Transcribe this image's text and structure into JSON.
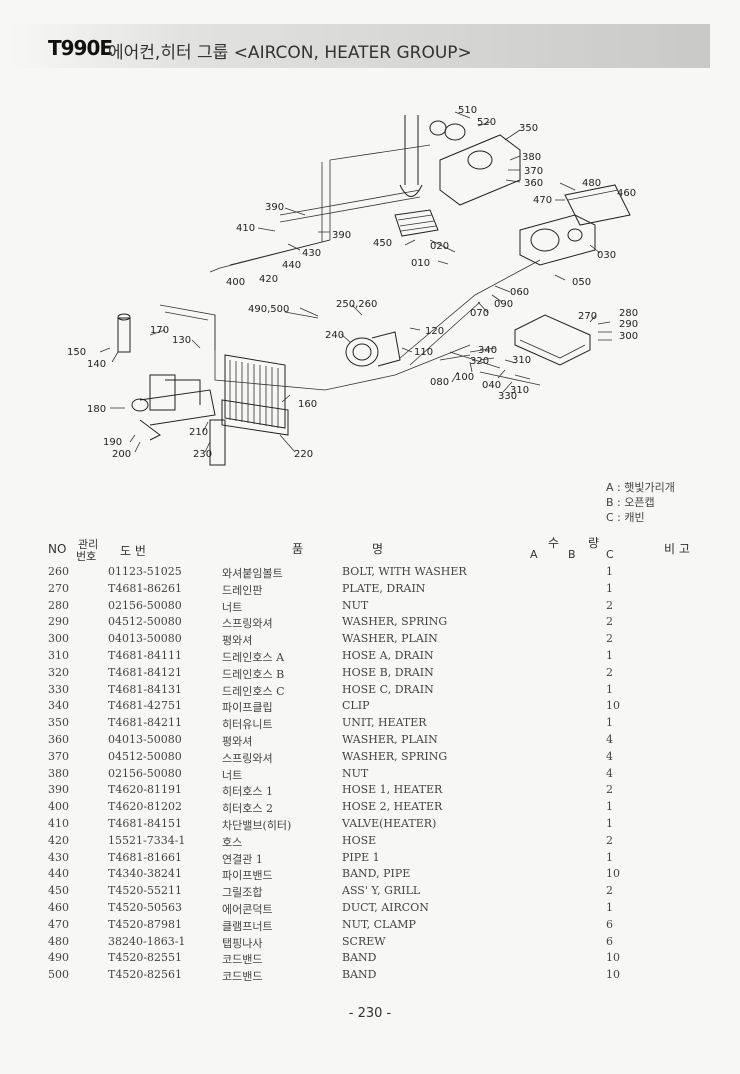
{
  "header": {
    "model": "T990E",
    "title": "에어컨,히터 그룹 <AIRCON, HEATER GROUP>"
  },
  "diagram": {
    "labels": [
      "510",
      "520",
      "350",
      "380",
      "370",
      "360",
      "480",
      "460",
      "470",
      "390",
      "410",
      "390",
      "430",
      "440",
      "450",
      "020",
      "010",
      "030",
      "420",
      "400",
      "060",
      "050",
      "490,500",
      "250,260",
      "070",
      "090",
      "270",
      "280",
      "290",
      "300",
      "170",
      "130",
      "240",
      "120",
      "150",
      "140",
      "110",
      "340",
      "320",
      "310",
      "080",
      "100",
      "040",
      "310",
      "330",
      "180",
      "160",
      "210",
      "190",
      "200",
      "230",
      "220"
    ]
  },
  "legend": {
    "a": "A : 햇빛가리개",
    "b": "B : 오픈캡",
    "c": "C : 캐빈"
  },
  "table": {
    "col_no": "NO",
    "col_mgmt_top": "관리",
    "col_mgmt_bottom": "번호",
    "col_drawing": "도      번",
    "col_item_a": "품",
    "col_item_b": "명",
    "col_qty_a": "수",
    "col_qty_b": "량",
    "qty_a": "A",
    "qty_b": "B",
    "qty_c": "C",
    "col_note": "비 고",
    "rows": [
      {
        "no": "260",
        "part": "01123-51025",
        "kor": "와셔붙임볼트",
        "name": "BOLT, WITH WASHER",
        "qty": "1"
      },
      {
        "no": "270",
        "part": "T4681-86261",
        "kor": "드레인판",
        "name": "PLATE, DRAIN",
        "qty": "1"
      },
      {
        "no": "280",
        "part": "02156-50080",
        "kor": "너트",
        "name": "NUT",
        "qty": "2"
      },
      {
        "no": "290",
        "part": "04512-50080",
        "kor": "스프링와셔",
        "name": "WASHER, SPRING",
        "qty": "2"
      },
      {
        "no": "300",
        "part": "04013-50080",
        "kor": "평와셔",
        "name": "WASHER, PLAIN",
        "qty": "2"
      },
      {
        "no": "310",
        "part": "T4681-84111",
        "kor": "드레인호스 A",
        "name": "HOSE A, DRAIN",
        "qty": "1"
      },
      {
        "no": "320",
        "part": "T4681-84121",
        "kor": "드레인호스 B",
        "name": "HOSE B, DRAIN",
        "qty": "2"
      },
      {
        "no": "330",
        "part": "T4681-84131",
        "kor": "드레인호스 C",
        "name": "HOSE C, DRAIN",
        "qty": "1"
      },
      {
        "no": "340",
        "part": "T4681-42751",
        "kor": "파이프클립",
        "name": "CLIP",
        "qty": "10"
      },
      {
        "no": "350",
        "part": "T4681-84211",
        "kor": "히터유니트",
        "name": "UNIT, HEATER",
        "qty": "1"
      },
      {
        "no": "360",
        "part": "04013-50080",
        "kor": "평와셔",
        "name": "WASHER, PLAIN",
        "qty": "4"
      },
      {
        "no": "370",
        "part": "04512-50080",
        "kor": "스프링와셔",
        "name": "WASHER, SPRING",
        "qty": "4"
      },
      {
        "no": "380",
        "part": "02156-50080",
        "kor": "너트",
        "name": "NUT",
        "qty": "4"
      },
      {
        "no": "390",
        "part": "T4620-81191",
        "kor": "히터호스 1",
        "name": "HOSE 1, HEATER",
        "qty": "2"
      },
      {
        "no": "400",
        "part": "T4620-81202",
        "kor": "히터호스 2",
        "name": "HOSE 2, HEATER",
        "qty": "1"
      },
      {
        "no": "410",
        "part": "T4681-84151",
        "kor": "차단밸브(히터)",
        "name": "VALVE(HEATER)",
        "qty": "1"
      },
      {
        "no": "420",
        "part": "15521-7334-1",
        "kor": "호스",
        "name": "HOSE",
        "qty": "2"
      },
      {
        "no": "430",
        "part": "T4681-81661",
        "kor": "연결관 1",
        "name": "PIPE 1",
        "qty": "1"
      },
      {
        "no": "440",
        "part": "T4340-38241",
        "kor": "파이프밴드",
        "name": "BAND, PIPE",
        "qty": "10"
      },
      {
        "no": "450",
        "part": "T4520-55211",
        "kor": "그릴조합",
        "name": "ASS' Y, GRILL",
        "qty": "2"
      },
      {
        "no": "460",
        "part": "T4520-50563",
        "kor": "에어콘덕트",
        "name": "DUCT, AIRCON",
        "qty": "1"
      },
      {
        "no": "470",
        "part": "T4520-87981",
        "kor": "클램프너트",
        "name": "NUT, CLAMP",
        "qty": "6"
      },
      {
        "no": "480",
        "part": "38240-1863-1",
        "kor": "탭핑나사",
        "name": "SCREW",
        "qty": "6"
      },
      {
        "no": "490",
        "part": "T4520-82551",
        "kor": "코드밴드",
        "name": "BAND",
        "qty": "10"
      },
      {
        "no": "500",
        "part": "T4520-82561",
        "kor": "코드밴드",
        "name": "BAND",
        "qty": "10"
      }
    ]
  },
  "footer": {
    "page": "- 230 -"
  }
}
